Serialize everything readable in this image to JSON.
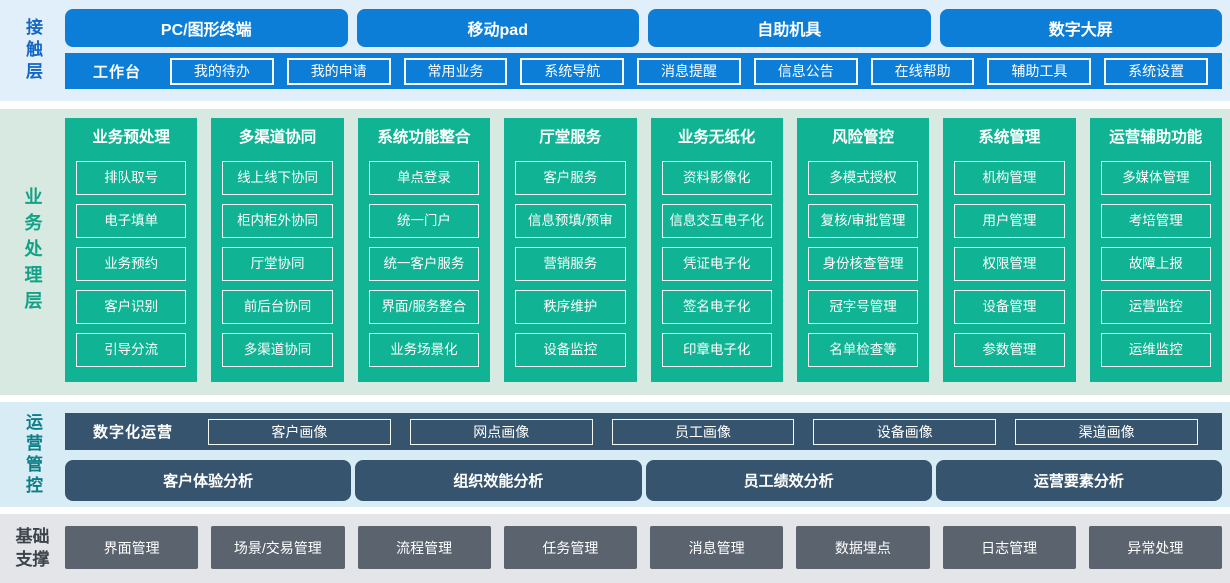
{
  "colors": {
    "terminal_blue": "#0c7ed8",
    "contact_bg": "#e0effa",
    "module_green": "#10b494",
    "business_bg": "#d7e9e0",
    "ops_slate_blue": "#37546f",
    "ops_bg": "#d8ecf5",
    "foundation_gray": "#5a636e",
    "foundation_bg": "#e3e5e8",
    "label_blue": "#1467c5",
    "label_green": "#13a287",
    "label_teal": "#0d7e88",
    "label_dark": "#3c434b"
  },
  "contact": {
    "label": "接触层",
    "terminals": [
      "PC/图形终端",
      "移动pad",
      "自助机具",
      "数字大屏"
    ],
    "workbench": {
      "label": "工作台",
      "items": [
        "我的待办",
        "我的申请",
        "常用业务",
        "系统导航",
        "消息提醒",
        "信息公告",
        "在线帮助",
        "辅助工具",
        "系统设置"
      ]
    }
  },
  "business": {
    "label": "业务处理层",
    "columns": [
      {
        "title": "业务预处理",
        "items": [
          "排队取号",
          "电子填单",
          "业务预约",
          "客户识别",
          "引导分流"
        ]
      },
      {
        "title": "多渠道协同",
        "items": [
          "线上线下协同",
          "柜内柜外协同",
          "厅堂协同",
          "前后台协同",
          "多渠道协同"
        ]
      },
      {
        "title": "系统功能整合",
        "items": [
          "单点登录",
          "统一门户",
          "统一客户服务",
          "界面/服务整合",
          "业务场景化"
        ]
      },
      {
        "title": "厅堂服务",
        "items": [
          "客户服务",
          "信息预填/预审",
          "营销服务",
          "秩序维护",
          "设备监控"
        ]
      },
      {
        "title": "业务无纸化",
        "items": [
          "资料影像化",
          "信息交互电子化",
          "凭证电子化",
          "签名电子化",
          "印章电子化"
        ]
      },
      {
        "title": "风险管控",
        "items": [
          "多模式授权",
          "复核/审批管理",
          "身份核查管理",
          "冠字号管理",
          "名单检查等"
        ]
      },
      {
        "title": "系统管理",
        "items": [
          "机构管理",
          "用户管理",
          "权限管理",
          "设备管理",
          "参数管理"
        ]
      },
      {
        "title": "运营辅助功能",
        "items": [
          "多媒体管理",
          "考培管理",
          "故障上报",
          "运营监控",
          "运维监控"
        ]
      }
    ]
  },
  "operations": {
    "label": "运营管控",
    "digital": {
      "label": "数字化运营",
      "items": [
        "客户画像",
        "网点画像",
        "员工画像",
        "设备画像",
        "渠道画像"
      ]
    },
    "analysis": [
      "客户体验分析",
      "组织效能分析",
      "员工绩效分析",
      "运营要素分析"
    ]
  },
  "foundation": {
    "label": "基础支撑",
    "items": [
      "界面管理",
      "场景/交易管理",
      "流程管理",
      "任务管理",
      "消息管理",
      "数据埋点",
      "日志管理",
      "异常处理"
    ]
  }
}
